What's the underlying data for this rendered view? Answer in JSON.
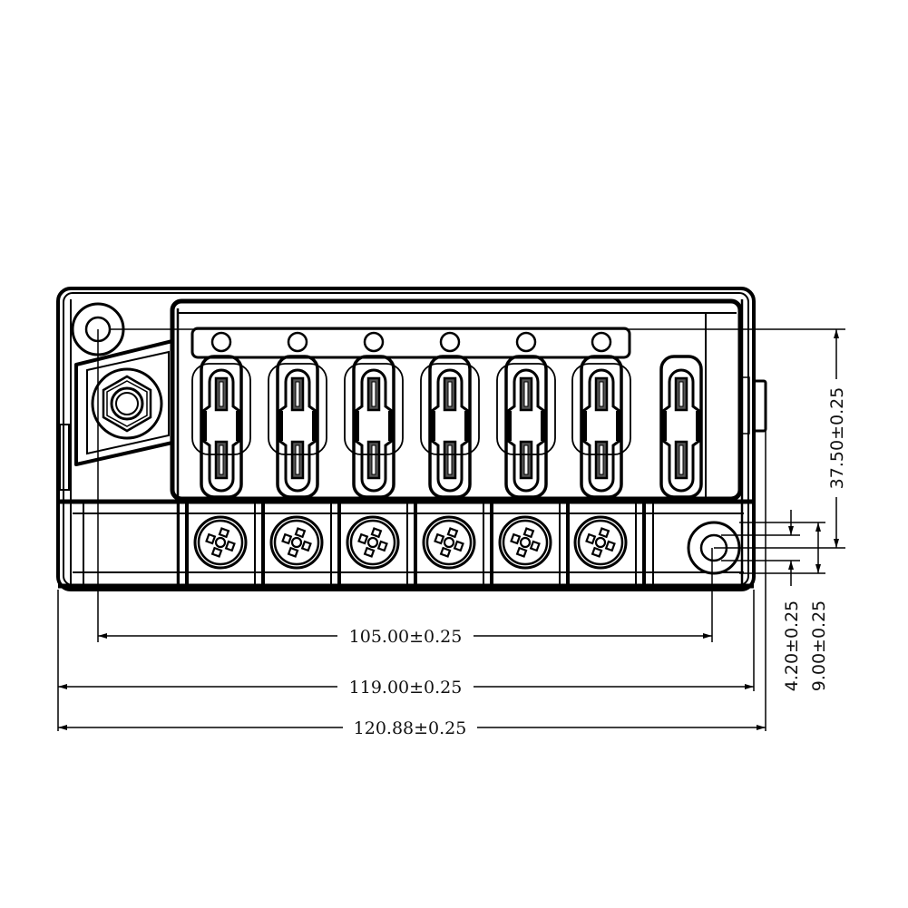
{
  "drawing": {
    "subject": "6-way blade fuse box with bus bar and ground terminal",
    "line_color": "#000000",
    "background": "#ffffff",
    "fuse_slot_count": 6,
    "spare_slot_count": 1,
    "screw_terminal_count": 6,
    "bus_holes_count": 6
  },
  "dimensions": {
    "hole_spacing": {
      "label": "105.00±0.25",
      "value": 105.0,
      "tolerance": 0.25,
      "unit": "mm",
      "orientation": "horizontal"
    },
    "body_width": {
      "label": "119.00±0.25",
      "value": 119.0,
      "tolerance": 0.25,
      "unit": "mm",
      "orientation": "horizontal"
    },
    "overall_width": {
      "label": "120.88±0.25",
      "value": 120.88,
      "tolerance": 0.25,
      "unit": "mm",
      "orientation": "horizontal"
    },
    "hole_vertical_spacing": {
      "label": "37.50±0.25",
      "value": 37.5,
      "tolerance": 0.25,
      "unit": "mm",
      "orientation": "vertical"
    },
    "hole_diameter": {
      "label": "4.20±0.25",
      "value": 4.2,
      "tolerance": 0.25,
      "unit": "mm",
      "orientation": "vertical"
    },
    "boss_diameter": {
      "label": "9.00±0.25",
      "value": 9.0,
      "tolerance": 0.25,
      "unit": "mm",
      "orientation": "vertical"
    }
  }
}
